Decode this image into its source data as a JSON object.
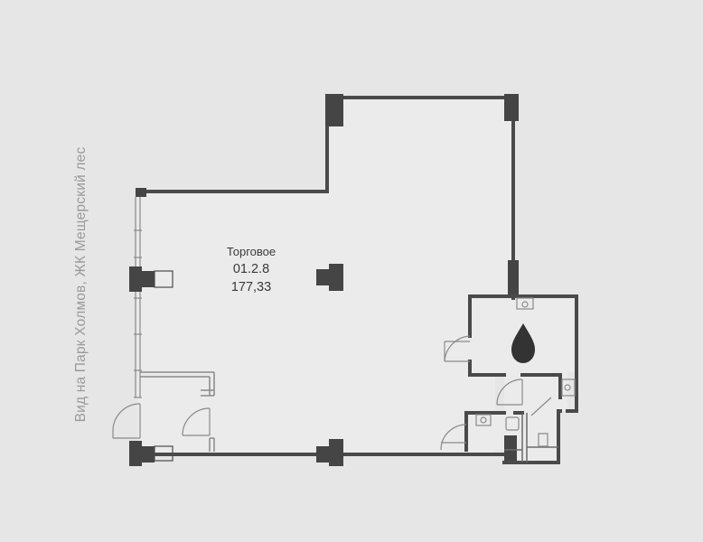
{
  "view_label": "Вид на Парк Холмов, ЖК Мещерский лес",
  "room": {
    "type": "Торговое",
    "code": "01.2.8",
    "area": "177,33"
  },
  "colors": {
    "background": "#e6e6e6",
    "floor": "#eaeaea",
    "wall": "#4a4a4a",
    "column": "#454545",
    "door_line": "#8a8a8a",
    "water_icon": "#333333"
  },
  "icons": [
    "water-drop-icon",
    "sink-icon",
    "toilet-icon"
  ]
}
